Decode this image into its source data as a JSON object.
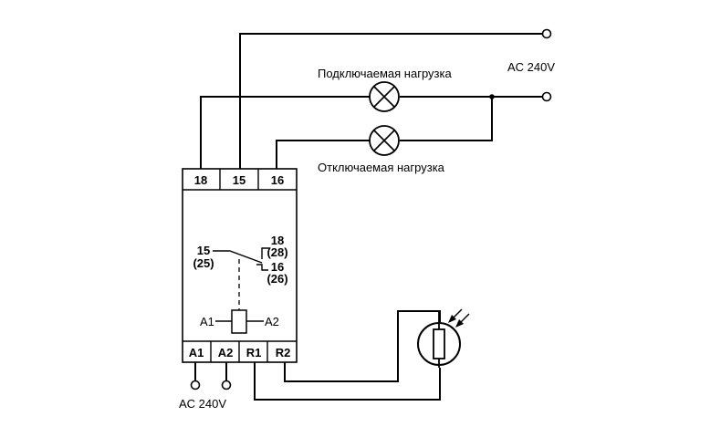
{
  "supply_top_label": "AC  240V",
  "supply_bottom_label": "AC  240V",
  "load_connected_label": "Подключаемая нагрузка",
  "load_disconnected_label": "Отключаемая нагрузка",
  "top_terminals": [
    "18",
    "15",
    "16"
  ],
  "bottom_terminals": [
    "A1",
    "A2",
    "R1",
    "R2"
  ],
  "contact": {
    "common": "15",
    "common_alt": "(25)",
    "nc": "18",
    "nc_alt": "(28)",
    "no": "16",
    "no_alt": "(26)"
  },
  "coil": {
    "left": "A1",
    "right": "A2"
  }
}
